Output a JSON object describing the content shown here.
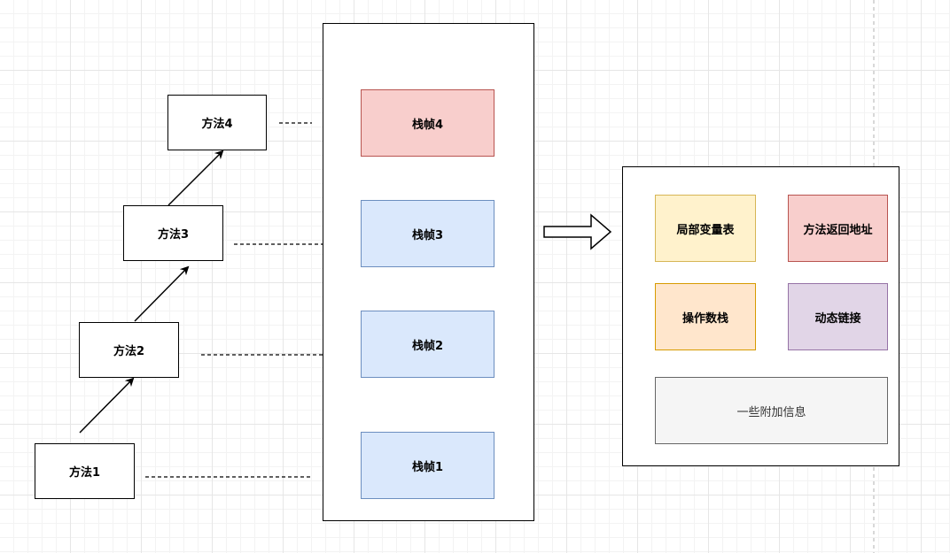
{
  "methods": [
    {
      "label": "方法1"
    },
    {
      "label": "方法2"
    },
    {
      "label": "方法3"
    },
    {
      "label": "方法4"
    }
  ],
  "frames": [
    {
      "label": "栈帧4",
      "color": "#f8cecc"
    },
    {
      "label": "栈帧3",
      "color": "#dae8fc"
    },
    {
      "label": "栈帧2",
      "color": "#dae8fc"
    },
    {
      "label": "栈帧1",
      "color": "#dae8fc"
    }
  ],
  "frame_detail": {
    "local_vars": "局部变量表",
    "return_address": "方法返回地址",
    "operand_stack": "操作数栈",
    "dynamic_link": "动态链接",
    "extra_info": "一些附加信息"
  },
  "colors": {
    "red_fill": "#f8cecc",
    "blue_fill": "#dae8fc",
    "yellow_fill": "#fff2cc",
    "orange_fill": "#ffe6cc",
    "purple_fill": "#e1d5e7",
    "gray_fill": "#f5f5f5"
  }
}
